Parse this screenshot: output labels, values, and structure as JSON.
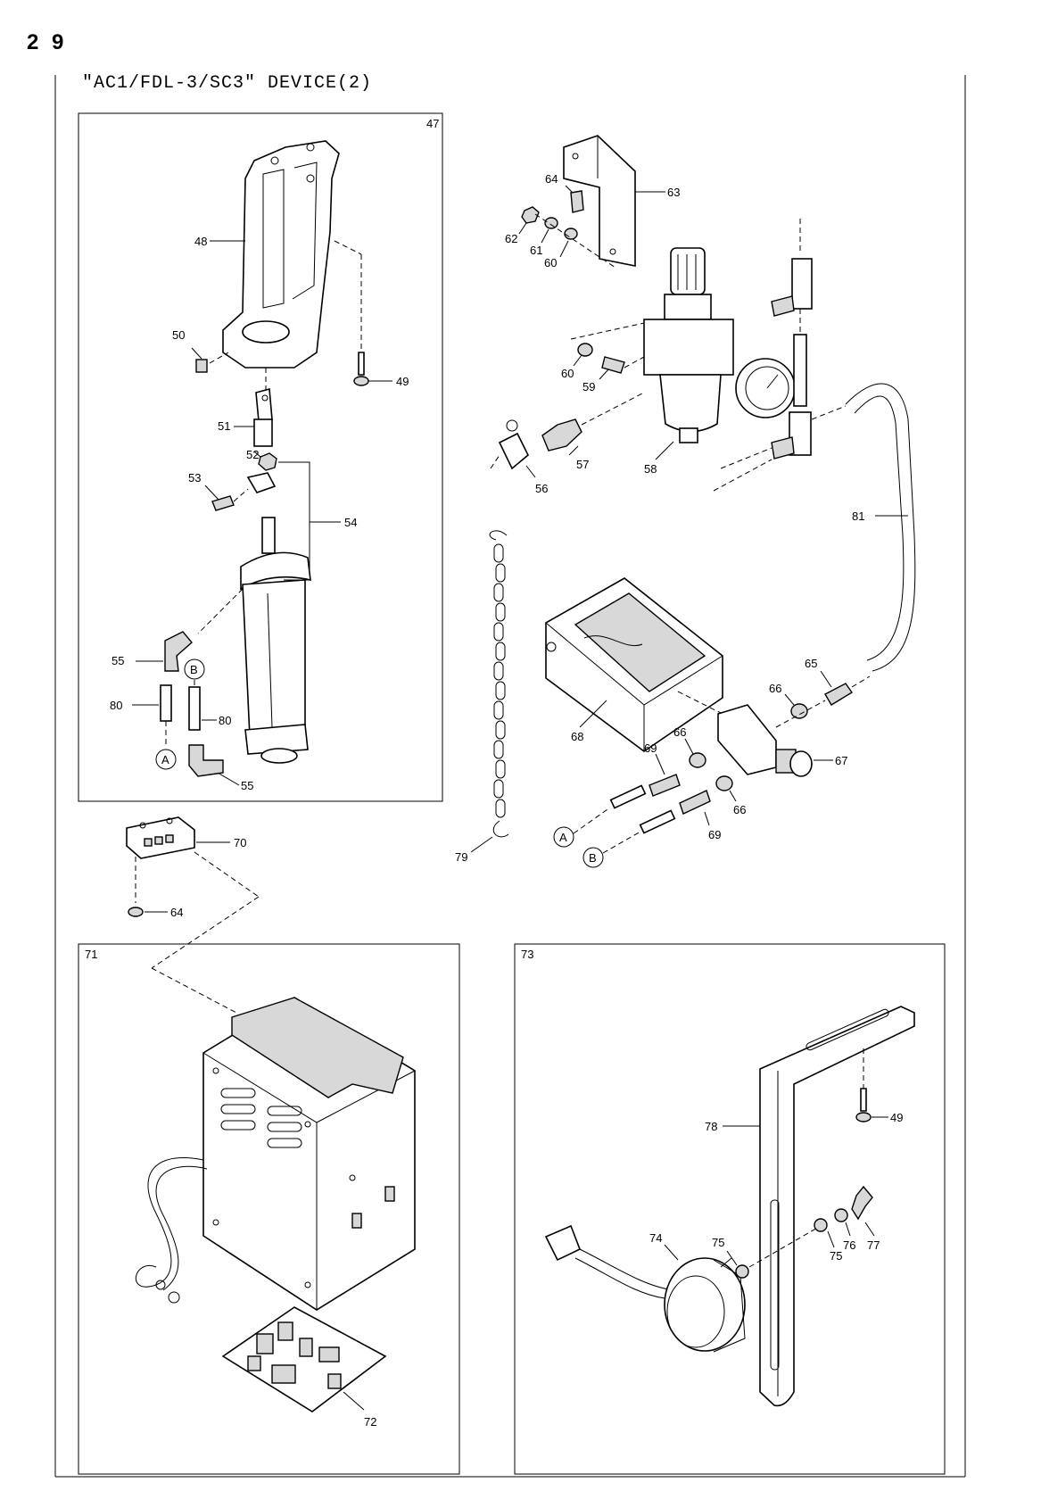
{
  "page": {
    "number": "2 9",
    "title": "\"AC1/FDL-3/SC3\" DEVICE(2)"
  },
  "panels": {
    "cylinder": "47",
    "control_box": "71",
    "knee_switch": "73"
  },
  "refs": {
    "a": "A",
    "b": "B"
  },
  "labels": {
    "p48": "48",
    "p49": "49",
    "p50": "50",
    "p51": "51",
    "p52": "52",
    "p53": "53",
    "p54": "54",
    "p55a": "55",
    "p55b": "55",
    "p80a": "80",
    "p80b": "80",
    "p63": "63",
    "p64a": "64",
    "p62": "62",
    "p61": "61",
    "p60a": "60",
    "p60b": "60",
    "p59": "59",
    "p58": "58",
    "p57": "57",
    "p56": "56",
    "p81": "81",
    "p65": "65",
    "p66a": "66",
    "p66b": "66",
    "p66c": "66",
    "p67": "67",
    "p68": "68",
    "p69a": "69",
    "p69b": "69",
    "p79": "79",
    "p70": "70",
    "p64b": "64",
    "p72": "72",
    "p49b": "49",
    "p78": "78",
    "p74": "74",
    "p75a": "75",
    "p75b": "75",
    "p76": "76",
    "p77": "77"
  }
}
